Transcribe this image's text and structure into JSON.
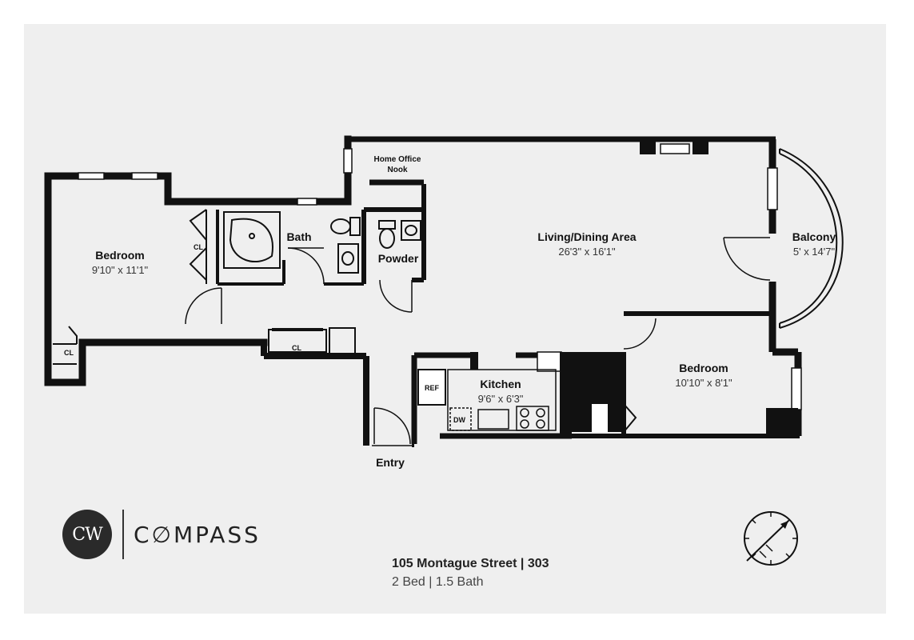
{
  "rooms": {
    "bedroom_west": {
      "name": "Bedroom",
      "dims": "9'10\" x 11'1\""
    },
    "bath": {
      "name": "Bath"
    },
    "powder": {
      "name": "Powder"
    },
    "home_office": {
      "line1": "Home Office",
      "line2": "Nook"
    },
    "living": {
      "name": "Living/Dining Area",
      "dims": "26'3\" x 16'1\""
    },
    "balcony": {
      "name": "Balcony",
      "dims": "5' x 14'7\""
    },
    "kitchen": {
      "name": "Kitchen",
      "dims": "9'6\" x 6'3\""
    },
    "bedroom_east": {
      "name": "Bedroom",
      "dims": "10'10\" x 8'1\""
    },
    "entry": {
      "name": "Entry"
    }
  },
  "fixtures": {
    "closet": "CL",
    "refrigerator": "REF",
    "dishwasher": "DW"
  },
  "brand": {
    "logo_text": "CW",
    "name": "C∅MPASS"
  },
  "listing": {
    "address": "105 Montague Street | 303",
    "beds_baths": "2 Bed | 1.5 Bath"
  },
  "north_arrow": {
    "icon": "compass-rose-icon"
  }
}
